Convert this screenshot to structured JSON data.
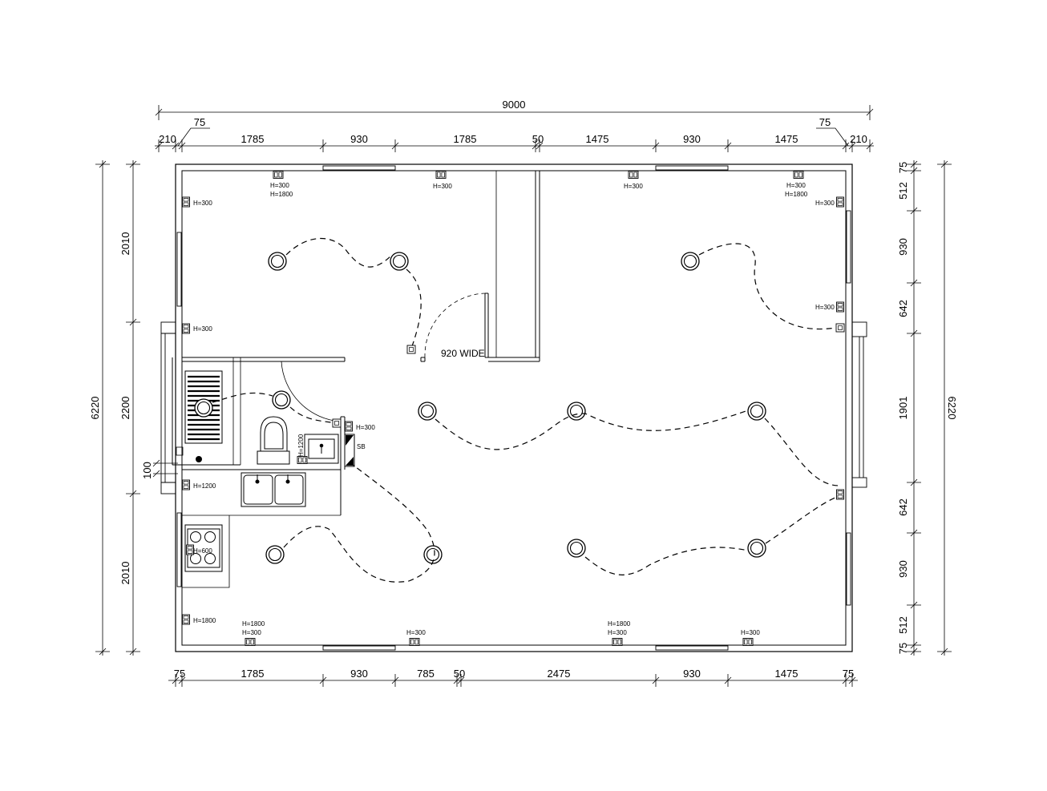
{
  "plan": {
    "overall_width": "9000",
    "overall_height_left": "6220",
    "overall_height_right": "6220",
    "top_dims": [
      "210",
      "75",
      "1785",
      "930",
      "1785",
      "50",
      "1475",
      "930",
      "75",
      "1475",
      "210"
    ],
    "bottom_dims": [
      "75",
      "1785",
      "930",
      "785",
      "50",
      "2475",
      "930",
      "1475",
      "75"
    ],
    "left_dims": [
      "2010",
      "2200",
      "100",
      "2010"
    ],
    "right_dims": [
      "75",
      "512",
      "930",
      "642",
      "1901",
      "642",
      "930",
      "512",
      "75"
    ],
    "door_label": "920 WIDE",
    "switchboard_label": "SB",
    "outlet_notes": {
      "n_h300_a": "H=300",
      "n_h1800_a": "H=1800",
      "n_h300_b": "H=300",
      "n_h300_c": "H=300",
      "n_h300_d": "H=300",
      "n_h1800_b": "H=1800",
      "n_h300_e": "H=300",
      "n_h300_f": "H=300",
      "n_h300_g": "H=300",
      "n_h300_h": "H=300",
      "n_h300_i": "H=300",
      "n_h1200_a": "H=1200",
      "n_h1200_b": "H=1200",
      "n_h600": "H=600",
      "n_h1800_c": "H=1800",
      "n_h1800_d": "H=1800",
      "n_h300_j": "H=300",
      "n_h300_k": "H=300",
      "n_h1800_e": "H=1800",
      "n_h300_l": "H=300",
      "n_h300_m": "H=300"
    }
  }
}
